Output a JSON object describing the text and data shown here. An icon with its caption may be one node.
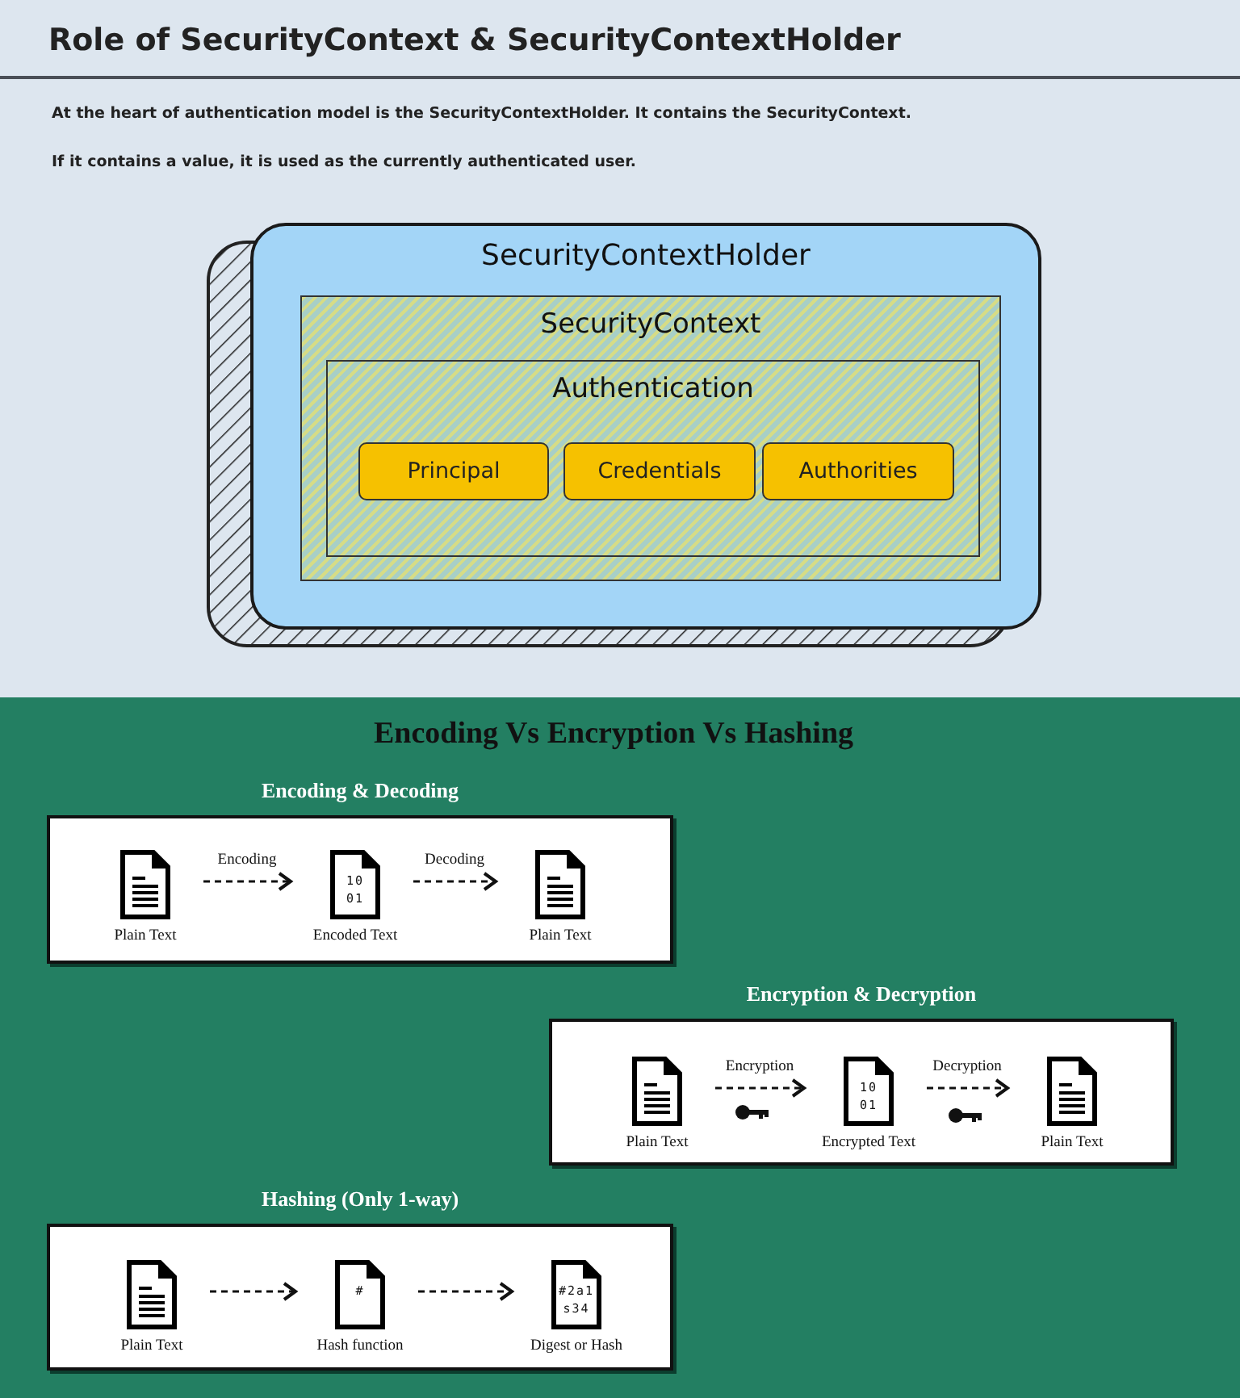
{
  "diagram": {
    "title": "Role of SecurityContext & SecurityContextHolder",
    "nodes": [
      {
        "text": [
          "SecurityContextHolder"
        ]
      },
      {
        "text": [
          "SecurityContext"
        ],
        "in": 0
      },
      {
        "text": [
          "Authentication"
        ],
        "in": 1
      },
      {
        "text": [
          "Principal"
        ],
        "in": 2
      },
      {
        "text": [
          "Credentials"
        ],
        "in": 2
      },
      {
        "text": [
          "Authorities"
        ],
        "in": 2
      },
      {
        "text": [
          "Encoding & Decoding"
        ]
      },
      {
        "text": [
          "Plain Text"
        ],
        "in": 6
      },
      {
        "text": [
          "10 01",
          "Encoded Text"
        ],
        "in": 6
      },
      {
        "text": [
          "Plain Text"
        ],
        "in": 6
      },
      {
        "text": [
          "Encryption & Decryption"
        ]
      },
      {
        "text": [
          "Plain Text"
        ],
        "in": 10
      },
      {
        "text": [
          "10 01",
          "Encrypted Text"
        ],
        "in": 10
      },
      {
        "text": [
          "Plain Text"
        ],
        "in": 10
      },
      {
        "text": [
          "Hashing (Only 1-way)"
        ]
      },
      {
        "text": [
          "Plain Text"
        ],
        "in": 14
      },
      {
        "text": [
          "#",
          "Hash function"
        ],
        "in": 14
      },
      {
        "text": [
          "#2a1 s34",
          "Digest or Hash"
        ],
        "in": 14
      }
    ],
    "edges": [
      {
        "from": 7,
        "to": 8,
        "arrow": "to",
        "label": "Encoding",
        "style": "dashed"
      },
      {
        "from": 8,
        "to": 9,
        "arrow": "to",
        "label": "Decoding",
        "style": "dashed"
      },
      {
        "from": 11,
        "to": 12,
        "arrow": "to",
        "label": "Encryption",
        "style": "dashed"
      },
      {
        "from": 12,
        "to": 13,
        "arrow": "to",
        "label": "Decryption",
        "style": "dashed"
      },
      {
        "from": 15,
        "to": 16,
        "arrow": "to",
        "style": "dashed"
      },
      {
        "from": 16,
        "to": 17,
        "arrow": "to",
        "style": "dashed"
      }
    ],
    "labels": [
      "At the heart of authentication model is the SecurityContextHolder. It contains the SecurityContext.",
      "If it contains a value, it is used as the currently authenticated user.",
      "Encoding Vs Encryption Vs Hashing"
    ]
  }
}
